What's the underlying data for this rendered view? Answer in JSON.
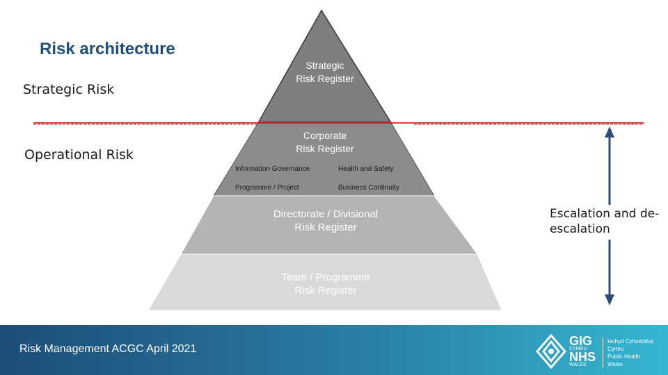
{
  "title": "Risk architecture",
  "labels": {
    "strategic_risk": "Strategic Risk",
    "operational_risk": "Operational Risk",
    "escalation": "Escalation and de-escalation"
  },
  "pyramid": {
    "tiers": [
      {
        "line1": "Strategic",
        "line2": "Risk Register",
        "color": "#7f7f7f"
      },
      {
        "line1": "Corporate",
        "line2": "Risk Register",
        "color": "#8c8c8c"
      },
      {
        "line1": "Directorate / Divisional",
        "line2": "Risk Register",
        "color": "#b3b3b3"
      },
      {
        "line1": "Team / Programme",
        "line2": "Risk Register",
        "color": "#d9d9d9"
      }
    ],
    "corporate_items": {
      "item1": "Information Governance",
      "item2": "Health and Safety",
      "item3": "Programme / Project",
      "item4": "Business Continuity"
    }
  },
  "footer": {
    "text": "Risk Management ACGC April 2021",
    "logo_main_1": "GIG",
    "logo_main_2": "NHS",
    "logo_small_1": "CYMRU",
    "logo_small_2": "WALES",
    "logo_sub_1": "Iechyd Cyhoeddus",
    "logo_sub_2": "Cymru",
    "logo_sub_3": "Public Health",
    "logo_sub_4": "Wales"
  },
  "colors": {
    "title": "#1f4e79",
    "divider": "#cc0000",
    "arrow": "#2e4a7a",
    "footer_start": "#1d4d78",
    "footer_end": "#35b6d2"
  }
}
